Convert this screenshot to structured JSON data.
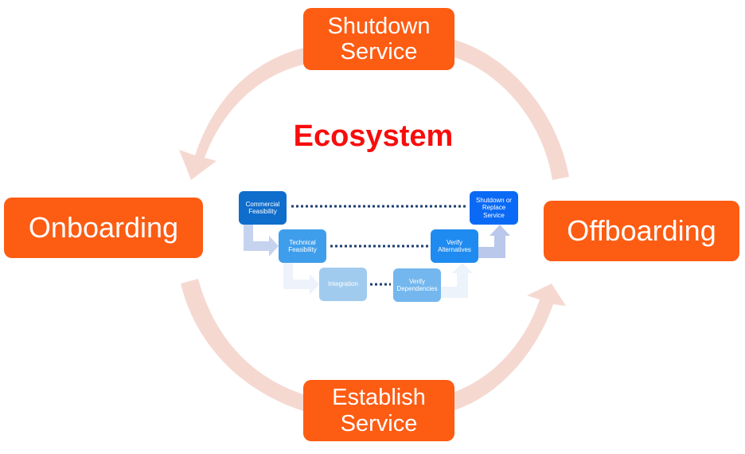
{
  "title": "Ecosystem",
  "colors": {
    "stage_box": "#fd5c13",
    "ring_arrow": "#f5d9d1",
    "title": "#f70d0d"
  },
  "stages": {
    "top": "Shutdown\nService",
    "left": "Onboarding",
    "right": "Offboarding",
    "bottom": "Establish\nService"
  },
  "lifecycle": {
    "steps": [
      {
        "label": "Commercial\nFeasibility"
      },
      {
        "label": "Technical\nFeasibility"
      },
      {
        "label": "Integration"
      },
      {
        "label": "Verify\nDependencies"
      },
      {
        "label": "Verify\nAlternatives"
      },
      {
        "label": "Shutdown or\nReplace\nService"
      }
    ]
  }
}
